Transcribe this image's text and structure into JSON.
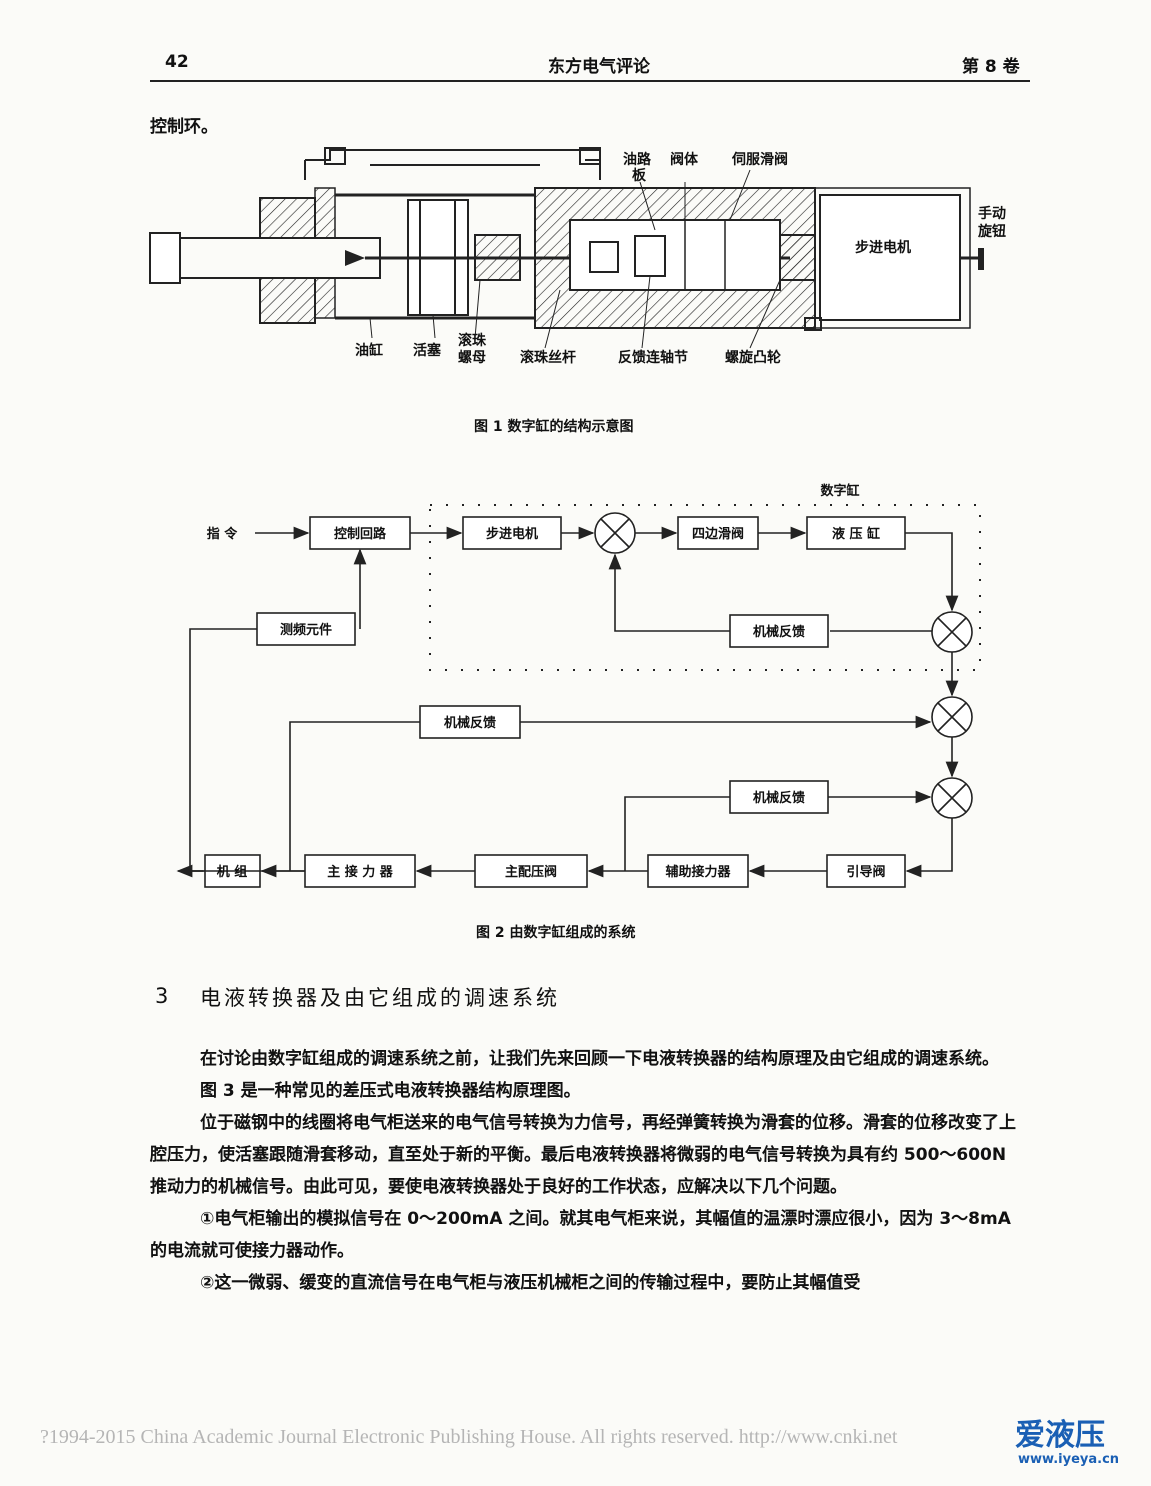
{
  "header": {
    "page_number": "42",
    "journal": "东方电气评论",
    "volume": "第 8 卷"
  },
  "intro_line": "控制环。",
  "figure1": {
    "labels": {
      "oil_plate_1": "油路",
      "oil_plate_2": "板",
      "valve_body": "阀体",
      "servo_valve": "伺服滑阀",
      "manual_knob_1": "手动",
      "manual_knob_2": "旋钮",
      "stepper_motor": "步进电机",
      "cylinder": "油缸",
      "piston": "活塞",
      "ball_nut_1": "滚珠",
      "ball_nut_2": "螺母",
      "ball_screw": "滚珠丝杆",
      "feedback_coupling": "反馈连轴节",
      "spiral_cam": "螺旋凸轮"
    },
    "caption": "图 1   数字缸的结构示意图"
  },
  "figure2": {
    "group_label": "数字缸",
    "command": "指   令",
    "boxes": {
      "control_loop": "控制回路",
      "stepper_motor": "步进电机",
      "four_edge_valve": "四边滑阀",
      "hydraulic_cylinder": "液 压 缸",
      "mech_feedback_inner": "机械反馈",
      "frequency_element": "测频元件",
      "mech_feedback_mid": "机械反馈",
      "mech_feedback_low": "机械反馈",
      "unit": "机 组",
      "main_contactor": "主 接 力 器",
      "main_valve": "主配压阀",
      "aux_contactor": "辅助接力器",
      "pilot_valve": "引导阀"
    },
    "caption": "图 2   由数字缸组成的系统"
  },
  "section": {
    "number": "3",
    "title": "电液转换器及由它组成的调速系统"
  },
  "paragraphs": [
    "在讨论由数字缸组成的调速系统之前，让我们先来回顾一下电液转换器的结构原理及由它组成的调速系统。",
    "图 3 是一种常见的差压式电液转换器结构原理图。",
    "位于磁钢中的线圈将电气柜送来的电气信号转换为力信号，再经弹簧转换为滑套的位移。滑套的位移改变了上腔压力，使活塞跟随滑套移动，直至处于新的平衡。最后电液转换器将微弱的电气信号转换为具有约 500～600N 推动力的机械信号。由此可见，要使电液转换器处于良好的工作状态，应解决以下几个问题。",
    "①电气柜输出的模拟信号在 0～200mA 之间。就其电气柜来说，其幅值的温漂时漂应很小，因为 3～8mA 的电流就可使接力器动作。",
    "②这一微弱、缓变的直流信号在电气柜与液压机械柜之间的传输过程中，要防止其幅值受"
  ],
  "footer": {
    "copyright": "?1994-2015 China Academic Journal Electronic Publishing House. All rights reserved.    http://www.cnki.net",
    "watermark": "爱液压",
    "watermark_url": "www.iyeya.cn",
    "watermark_color": "#1a5fb4"
  }
}
